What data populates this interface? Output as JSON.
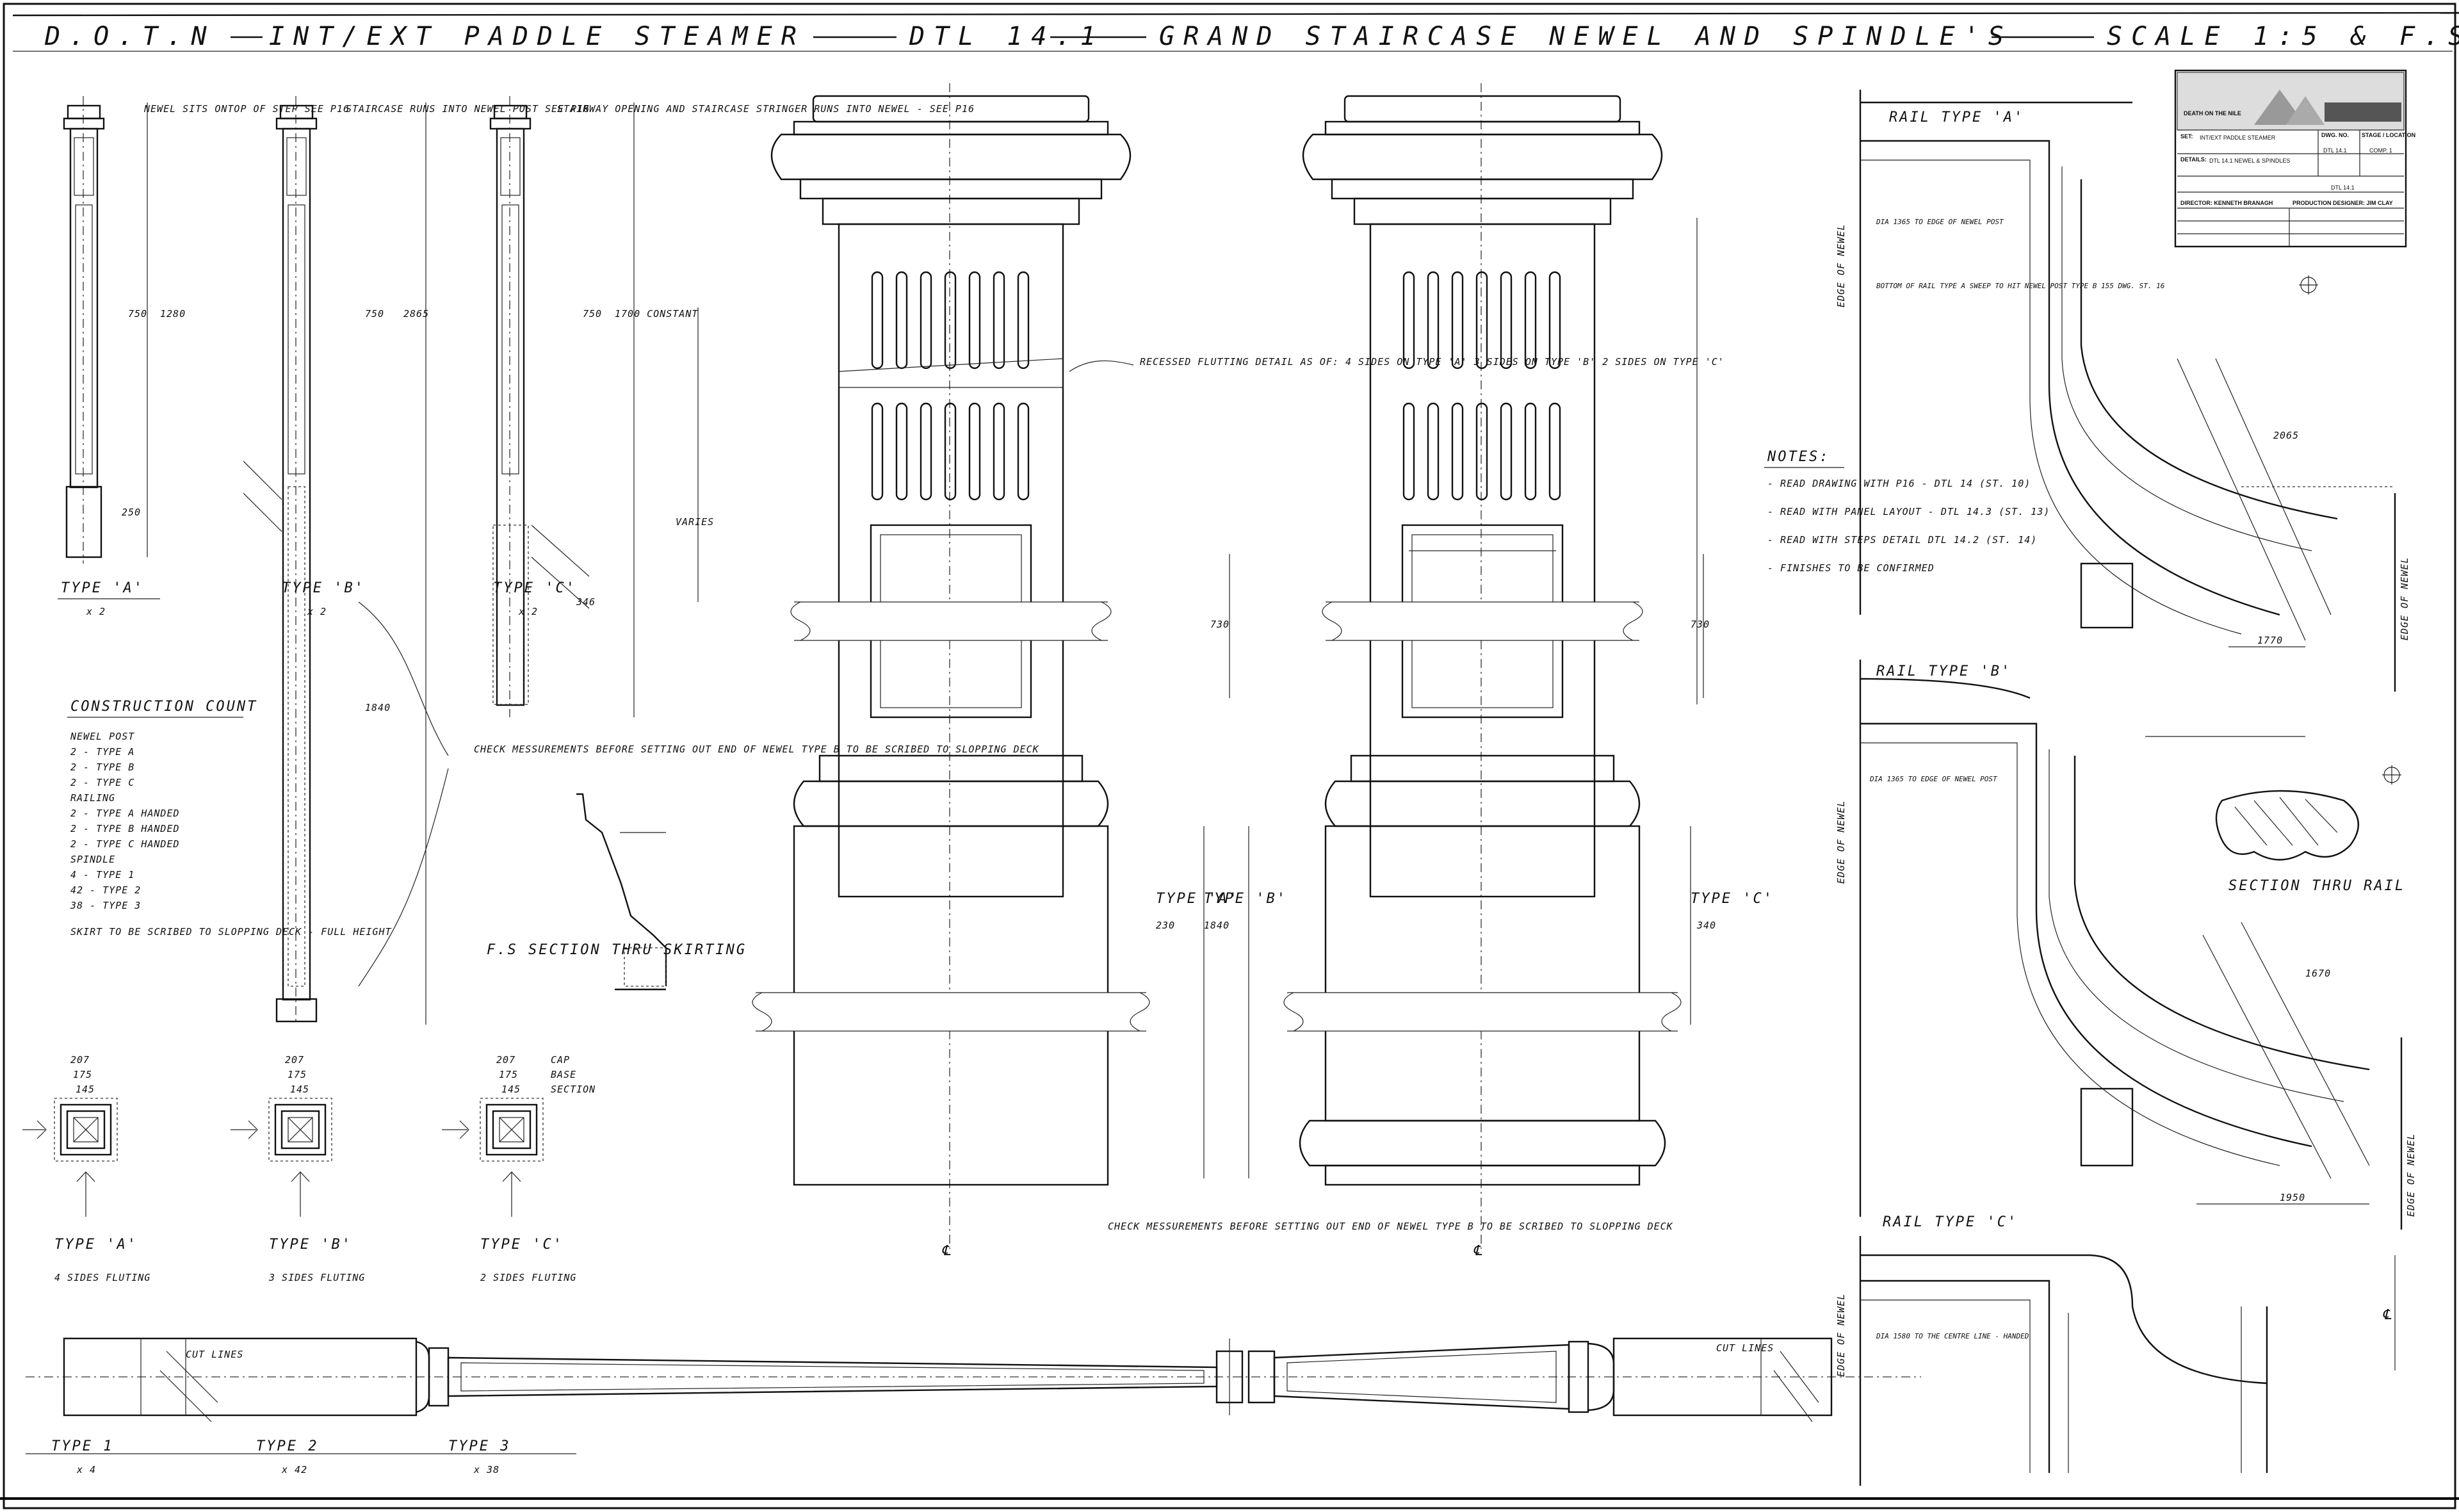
{
  "title": {
    "project": "D.O.T.N",
    "subject": "INT/EXT PADDLE STEAMER",
    "detail_no": "DTL 14.1",
    "description": "GRAND STAIRCASE NEWEL AND SPINDLE'S",
    "scale": "SCALE 1:5 & F.S"
  },
  "title_block": {
    "header": "DEATH ON THE NILE",
    "set_label": "SET:",
    "set_value": "INT/EXT PADDLE STEAMER",
    "details_label": "DETAILS:",
    "details_value": "DTL 14.1 NEWEL & SPINDLES",
    "dwg_no_label": "DWG. NO.",
    "dwg_no_value": "DTL 14.1",
    "stage_label": "STAGE / LOCATION",
    "stage_value": "COMP. 1",
    "revision": "DTL 14.1",
    "director": "DIRECTOR: KENNETH BRANAGH",
    "production_designer": "PRODUCTION DESIGNER: JIM CLAY"
  },
  "newels": [
    {
      "label": "TYPE 'A'",
      "qty": "x 2",
      "note": "NEWEL SITS ONTOP OF STEP SEE P16",
      "height": "1280",
      "top": "750",
      "base": "250"
    },
    {
      "label": "TYPE 'B'",
      "qty": "x 2",
      "note": "STAIRCASE RUNS INTO NEWEL POST SEE P16",
      "height": "2865",
      "top": "750",
      "total": "1840"
    },
    {
      "label": "TYPE 'C'",
      "qty": "x 2",
      "note": "STAIRWAY OPENING AND STAIRCASE STRINGER RUNS INTO NEWEL - SEE P16",
      "height": "1700 CONSTANT",
      "top": "750",
      "base": "346"
    }
  ],
  "varies": "VARIES",
  "construction_count": {
    "heading": "CONSTRUCTION COUNT",
    "lines": [
      "NEWEL POST",
      "2 - TYPE A",
      "2 - TYPE B",
      "2 - TYPE C",
      "RAILING",
      "2 - TYPE A HANDED",
      "2 - TYPE B HANDED",
      "2 - TYPE C HANDED",
      "SPINDLE",
      "4 - TYPE 1",
      "42 - TYPE 2",
      "38 - TYPE 3"
    ]
  },
  "skirting_note": "SKIRT TO BE SCRIBED TO SLOPPING DECK - FULL HEIGHT",
  "check_note_1": "CHECK MESSUREMENTS BEFORE SETTING OUT END OF NEWEL TYPE B TO BE SCRIBED TO SLOPPING DECK",
  "fs_section": "F.S SECTION THRU SKIRTING",
  "plans": [
    {
      "label": "TYPE 'A'",
      "sub": "4 SIDES FLUTING",
      "dims": [
        "207",
        "175",
        "145"
      ]
    },
    {
      "label": "TYPE 'B'",
      "sub": "3 SIDES FLUTING",
      "dims": [
        "207",
        "175",
        "145"
      ]
    },
    {
      "label": "TYPE 'C'",
      "sub": "2 SIDES FLUTING",
      "dims": [
        "207",
        "175",
        "145"
      ],
      "callouts": [
        "CAP",
        "BASE",
        "SECTION"
      ]
    }
  ],
  "fluting_note": "RECESSED FLUTTING DETAIL AS OF: 4 SIDES ON TYPE 'A' 3 SIDES ON TYPE 'B' 2 SIDES ON TYPE 'C'",
  "large_dims": {
    "mid_left": "730",
    "mid_right": "730",
    "type_a": "TYPE 'A'",
    "type_b": "TYPE 'B'",
    "type_c": "TYPE 'C'",
    "a_val": "230",
    "b_val": "1840",
    "c_val": "340"
  },
  "check_note_2": "CHECK MESSUREMENTS BEFORE SETTING OUT END OF NEWEL TYPE B TO BE SCRIBED TO SLOPPING DECK",
  "notes": {
    "heading": "NOTES:",
    "lines": [
      "- READ DRAWING WITH P16 - DTL 14 (ST. 10)",
      "- READ WITH PANEL LAYOUT - DTL 14.3 (ST. 13)",
      "- READ WITH STEPS DETAIL DTL 14.2 (ST. 14)",
      "- FINISHES TO BE CONFIRMED"
    ]
  },
  "rails": [
    {
      "label": "RAIL TYPE 'A'",
      "edge": "EDGE OF NEWEL",
      "note": "DIA 1365 TO EDGE OF NEWEL POST",
      "note2": "BOTTOM OF RAIL TYPE A SWEEP TO HIT NEWEL POST TYPE B 155 DWG. ST. 16",
      "dim": "1770",
      "diag": "2065"
    },
    {
      "label": "RAIL TYPE 'B'",
      "edge": "EDGE OF NEWEL",
      "note": "DIA 1365 TO EDGE OF NEWEL POST",
      "dim": "1950",
      "diag": "1670"
    },
    {
      "label": "RAIL TYPE 'C'",
      "edge": "EDGE OF NEWEL",
      "note": "DIA 1580 TO THE CENTRE LINE - HANDED"
    }
  ],
  "section_rail": "SECTION THRU RAIL",
  "spindles": [
    {
      "label": "TYPE 1",
      "qty": "x 4"
    },
    {
      "label": "TYPE 2",
      "qty": "x 42"
    },
    {
      "label": "TYPE 3",
      "qty": "x 38"
    }
  ],
  "cut_lines": "CUT LINES",
  "centre_mark": "℄"
}
